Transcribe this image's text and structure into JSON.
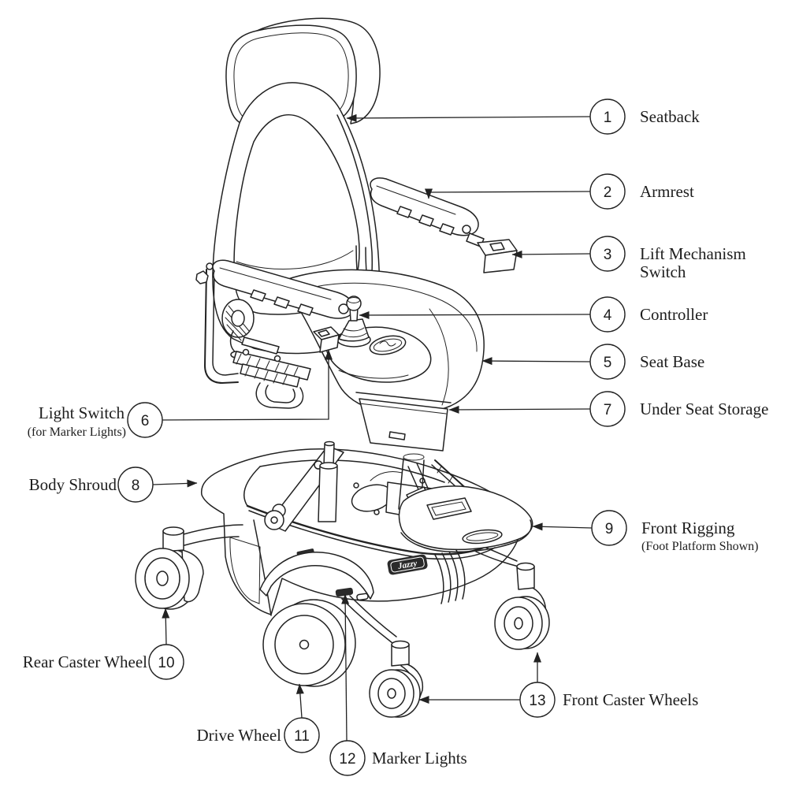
{
  "diagram": {
    "subject": "power-wheelchair-parts-diagram",
    "brand_label": "Jazzy",
    "colors": {
      "line": "#222222",
      "text": "#1d1d1d",
      "background": "#ffffff",
      "logo_bg": "#2a2a2a",
      "logo_text": "#ffffff"
    },
    "callouts": [
      {
        "num": "1",
        "label": "Seatback"
      },
      {
        "num": "2",
        "label": "Armrest"
      },
      {
        "num": "3",
        "label": "Lift Mechanism",
        "label2": "Switch"
      },
      {
        "num": "4",
        "label": "Controller"
      },
      {
        "num": "5",
        "label": "Seat Base"
      },
      {
        "num": "7",
        "label": "Under Seat Storage"
      },
      {
        "num": "6",
        "label": "Light Switch",
        "label2": "(for Marker Lights)"
      },
      {
        "num": "8",
        "label": "Body Shroud"
      },
      {
        "num": "9",
        "label": "Front Rigging",
        "label2": "(Foot Platform Shown)"
      },
      {
        "num": "10",
        "label": "Rear Caster Wheel"
      },
      {
        "num": "11",
        "label": "Drive Wheel"
      },
      {
        "num": "12",
        "label": "Marker Lights"
      },
      {
        "num": "13",
        "label": "Front Caster Wheels"
      }
    ]
  }
}
